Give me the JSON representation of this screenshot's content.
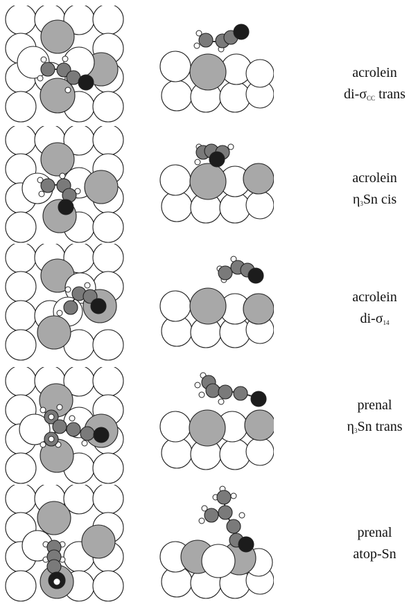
{
  "rows": [
    {
      "molecule": "acrolein",
      "pre": "di-σ",
      "sub": "CC",
      "post": " trans"
    },
    {
      "molecule": "acrolein",
      "pre": "η",
      "sub": "3",
      "post": "Sn cis"
    },
    {
      "molecule": "acrolein",
      "pre": "di-σ",
      "sub": "14",
      "post": ""
    },
    {
      "molecule": "prenal",
      "pre": "η",
      "sub": "3",
      "post": "Sn trans"
    },
    {
      "molecule": "prenal",
      "pre": "atop-Sn",
      "sub": "",
      "post": ""
    }
  ],
  "legend_colors": {
    "pt_atom": "#ffffff",
    "sn_atom": "#a8a8a8",
    "carbon_atom": "#7a7a7a",
    "oxygen_atom": "#1c1c1c",
    "hydrogen_atom": "#ffffff"
  }
}
